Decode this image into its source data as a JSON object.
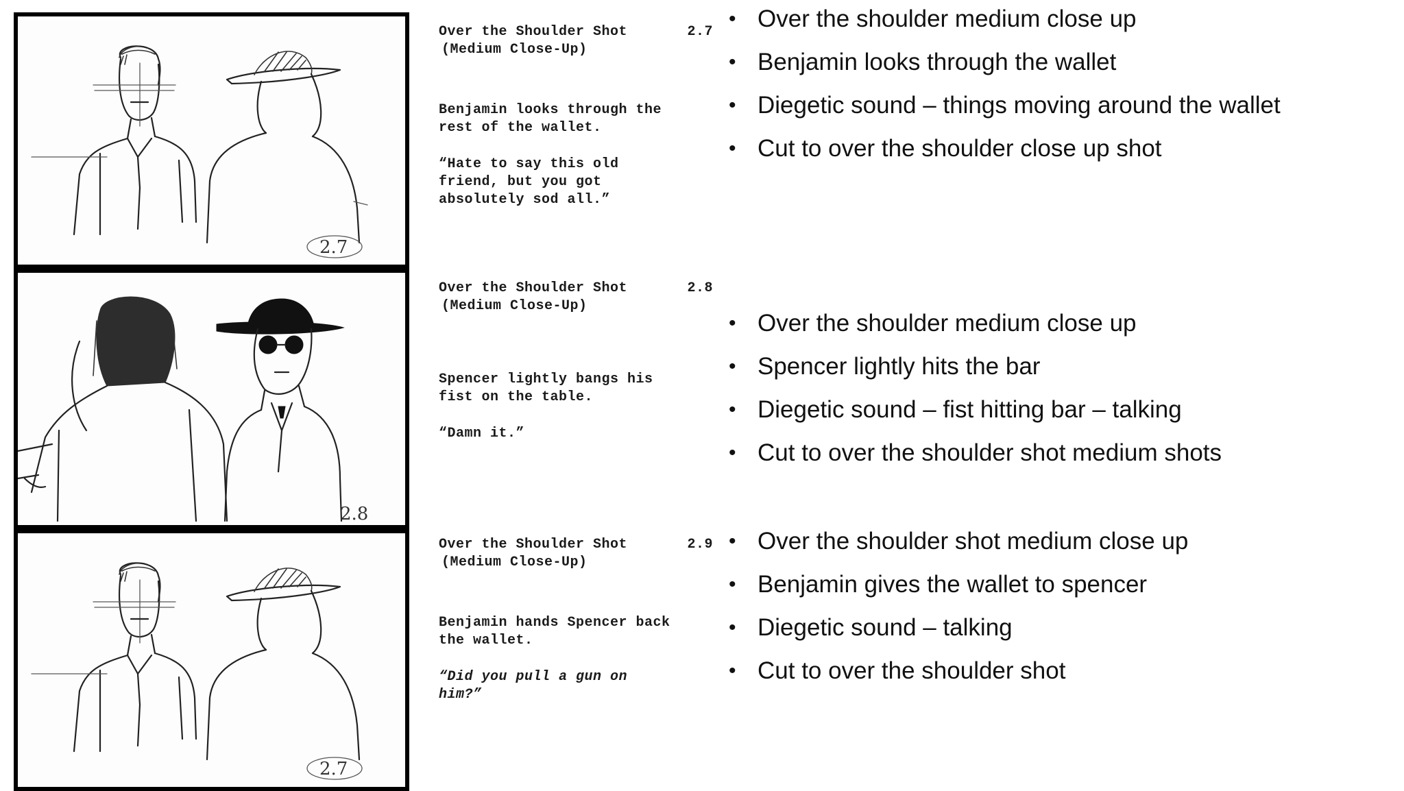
{
  "panels": [
    {
      "number": "2.7",
      "notes": {
        "shot_type": "Over the Shoulder Shot",
        "shot_number": "2.7",
        "sub": "(Medium Close-Up)",
        "action": "Benjamin looks through the\nrest of the wallet.",
        "dialogue": "“Hate to say this old\nfriend, but you got\nabsolutely sod all.”"
      },
      "bullets": [
        "Over the shoulder medium close up",
        "Benjamin looks through the wallet",
        "Diegetic sound – things moving around the wallet",
        "Cut to over the shoulder close up shot"
      ]
    },
    {
      "number": "2.8",
      "notes": {
        "shot_type": "Over the Shoulder Shot",
        "shot_number": "2.8",
        "sub": "(Medium Close-Up)",
        "action": "Spencer lightly bangs his\nfist on the table.",
        "dialogue": "“Damn it.”"
      },
      "bullets": [
        "Over the shoulder medium close up",
        "Spencer lightly hits the bar",
        "Diegetic sound – fist hitting bar – talking",
        "Cut to over the shoulder shot medium shots"
      ]
    },
    {
      "number": "2.7",
      "notes": {
        "shot_type": "Over the Shoulder Shot",
        "shot_number": "2.9",
        "sub": "(Medium Close-Up)",
        "action": "Benjamin hands Spencer back\nthe wallet.",
        "dialogue": "“Did you pull a gun on\nhim?”"
      },
      "bullets": [
        "Over the shoulder shot medium close up",
        "Benjamin gives the wallet to spencer",
        "Diegetic sound – talking",
        "Cut to over the shoulder shot"
      ]
    }
  ],
  "bullet_glyph": "•"
}
